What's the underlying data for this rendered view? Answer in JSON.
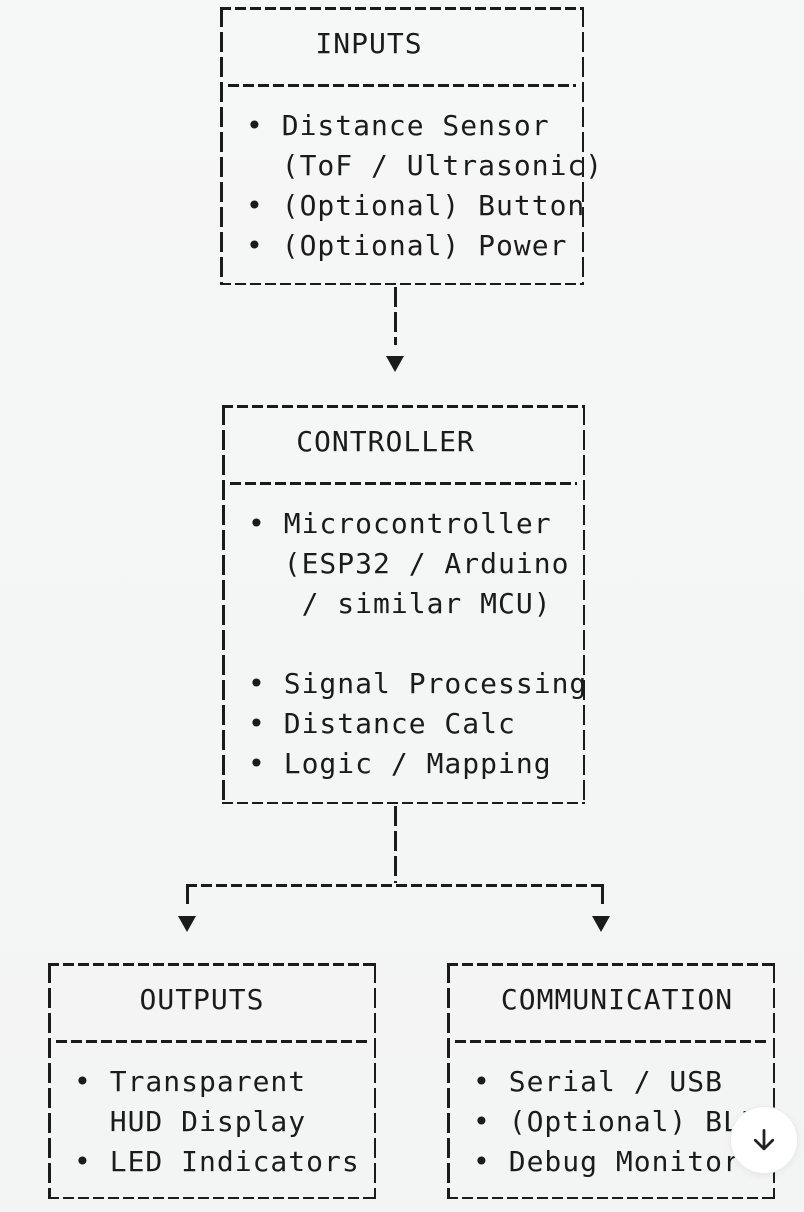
{
  "colors": {
    "ink": "#1b1b1b",
    "background": "#f5f6f6",
    "button_bg": "#ffffff",
    "button_ring": "#ebebeb",
    "arrow": "#222222"
  },
  "diagram": {
    "boxes": {
      "inputs": {
        "title": "INPUTS",
        "lines": [
          "• Distance Sensor",
          "  (ToF / Ultrasonic)",
          "• (Optional) Button",
          "• (Optional) Power"
        ]
      },
      "controller": {
        "title": "CONTROLLER",
        "lines": [
          "• Microcontroller",
          "  (ESP32 / Arduino",
          "   / similar MCU)",
          "",
          "• Signal Processing",
          "• Distance Calc",
          "• Logic / Mapping"
        ]
      },
      "outputs": {
        "title": "OUTPUTS",
        "lines": [
          "• Transparent",
          "  HUD Display",
          "• LED Indicators"
        ]
      },
      "communication": {
        "title": "COMMUNICATION",
        "lines": [
          "• Serial / USB",
          "• (Optional) BLE",
          "• Debug Monitor"
        ]
      }
    },
    "edges": [
      {
        "from": "INPUTS",
        "to": "CONTROLLER"
      },
      {
        "from": "CONTROLLER",
        "to": "OUTPUTS"
      },
      {
        "from": "CONTROLLER",
        "to": "COMMUNICATION"
      }
    ]
  },
  "scroll_button": {
    "icon": "arrow-down"
  }
}
